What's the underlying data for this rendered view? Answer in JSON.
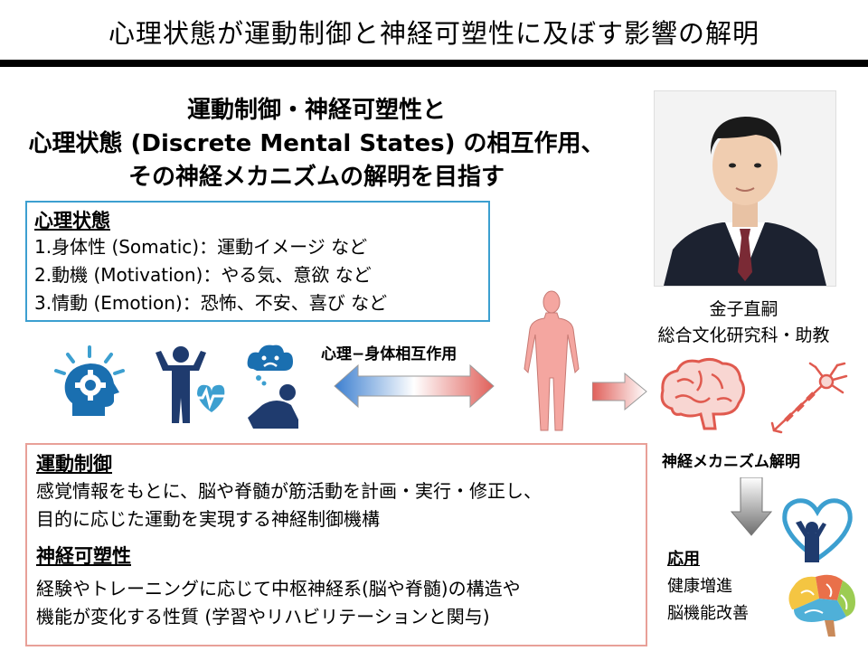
{
  "title": "心理状態が運動制御と神経可塑性に及ぼす影響の解明",
  "lead_lines": [
    "運動制御・神経可塑性と",
    "心理状態 (Discrete Mental States) の相互作用、",
    "その神経メカニズムの解明を目指す"
  ],
  "mental_states": {
    "heading": "心理状態",
    "items": [
      "1.身体性 (Somatic)：運動イメージ など",
      "2.動機 (Motivation)：やる気、意欲 など",
      "3.情動 (Emotion)：恐怖、不安、喜び など"
    ]
  },
  "person": {
    "name": "金子直嗣",
    "affiliation": "総合文化研究科・助教"
  },
  "interaction_label": "心理−身体相互作用",
  "motor_control": {
    "heading": "運動制御",
    "lines": [
      "感覚情報をもとに、脳や脊髄が筋活動を計画・実行・修正し、",
      "目的に応じた運動を実現する神経制御機構"
    ]
  },
  "plasticity": {
    "heading": "神経可塑性",
    "lines": [
      "経験やトレーニングに応じて中枢神経系(脳や脊髄)の構造や",
      "機能が変化する性質 (学習やリハビリテーションと関与)"
    ]
  },
  "neural_mechanism_label": "神経メカニズム解明",
  "application": {
    "heading": "応用",
    "items": [
      "健康増進",
      "脳機能改善"
    ]
  },
  "icons": [
    "head-gear-icon",
    "person-heartbeat-icon",
    "sad-cloud-person-icon",
    "human-body-icon",
    "brain-icon",
    "neuron-icon",
    "heart-person-icon",
    "colorful-brain-icon"
  ],
  "colors": {
    "accent_blue": "#3c9fd0",
    "icon_blue": "#1a6fb0",
    "icon_navy": "#1f3b6e",
    "accent_red": "#e8a098",
    "body_pink": "#f4a6a0",
    "brain_red": "#e05a4f"
  }
}
